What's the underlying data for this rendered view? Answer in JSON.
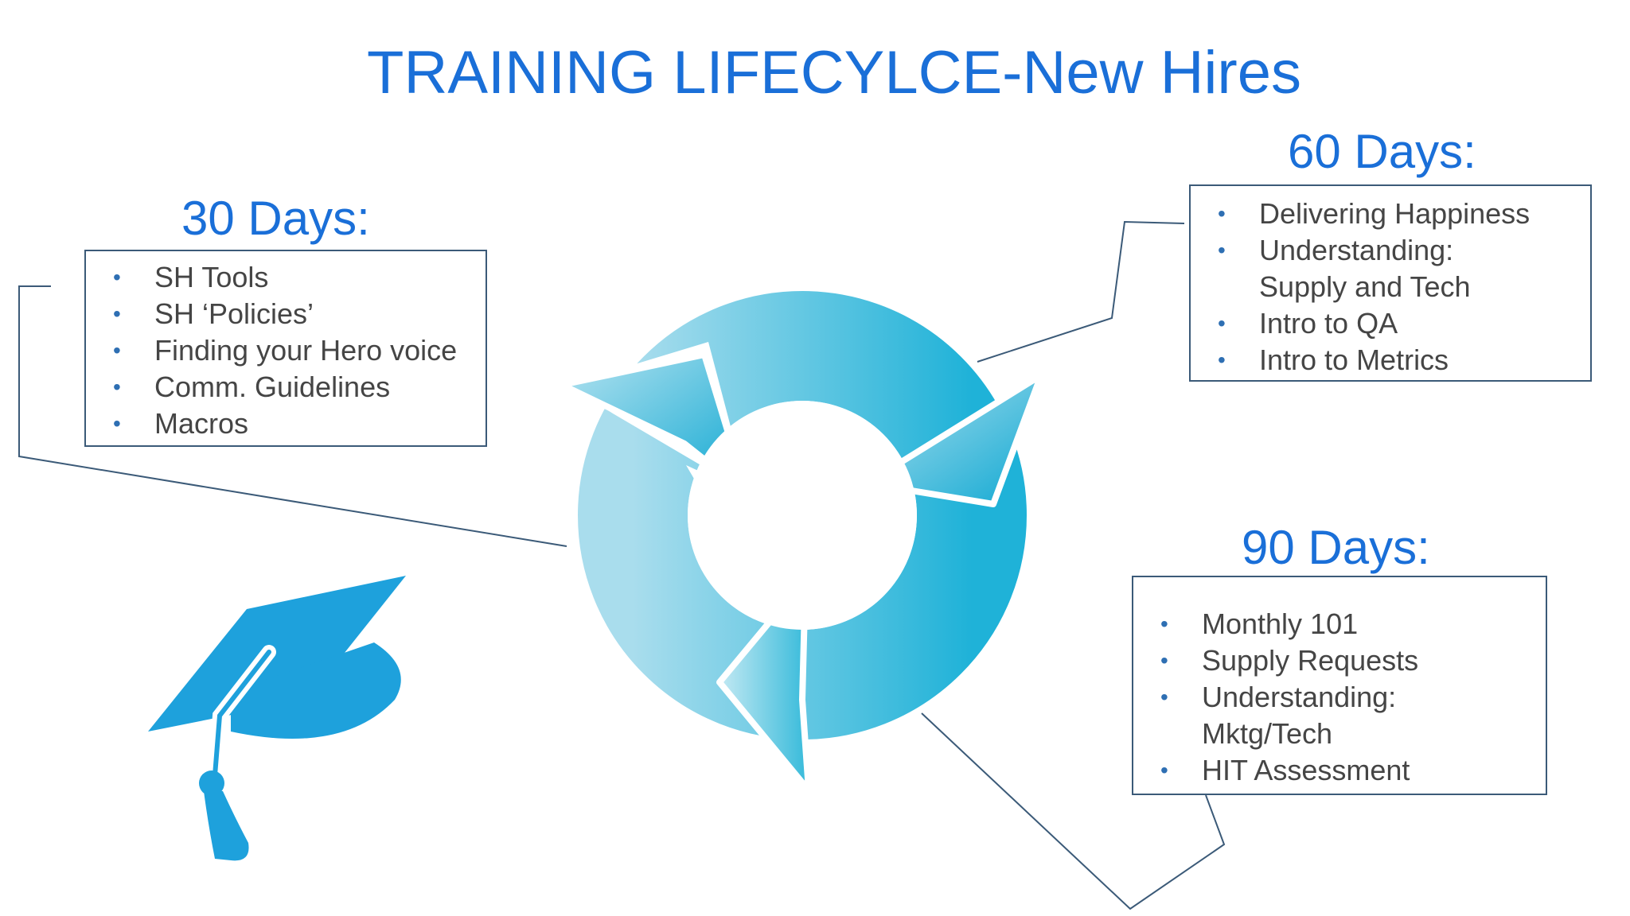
{
  "title": "TRAINING LIFECYLCE-New Hires",
  "stages": {
    "day30": {
      "heading": "30 Days:",
      "items": [
        "SH Tools",
        "SH ‘Policies’",
        "Finding your Hero voice",
        "Comm. Guidelines",
        "Macros"
      ]
    },
    "day60": {
      "heading": "60 Days:",
      "items": [
        "Delivering Happiness",
        "Understanding:",
        "Supply and Tech",
        "Intro to QA",
        "Intro to Metrics"
      ]
    },
    "day90": {
      "heading": "90 Days:",
      "items": [
        "Monthly 101",
        "Supply Requests",
        "Understanding:",
        "Mktg/Tech",
        "HIT Assessment"
      ]
    }
  },
  "icons": {
    "cycle": "cycle-arrows-icon",
    "graduation": "graduation-cap-icon"
  },
  "colors": {
    "title": "#1a6fd8",
    "box_border": "#3b5a78",
    "text": "#454545",
    "bullet": "#2e6fb3",
    "cycle_light": "#a8dcec",
    "cycle_dark": "#12a9d4",
    "cap": "#1ea1dc"
  }
}
